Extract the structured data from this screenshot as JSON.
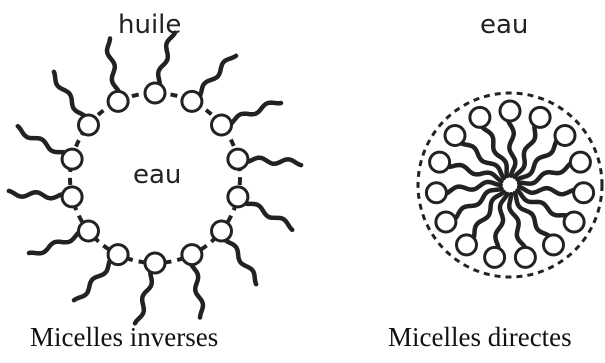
{
  "left_panel": {
    "outer_label": "huile",
    "inner_label": "eau",
    "caption": "Micelles inverses"
  },
  "right_panel": {
    "outer_label": "eau",
    "caption": "Micelles directes"
  },
  "colors": {
    "ink": "#222222",
    "background": "#ffffff"
  }
}
